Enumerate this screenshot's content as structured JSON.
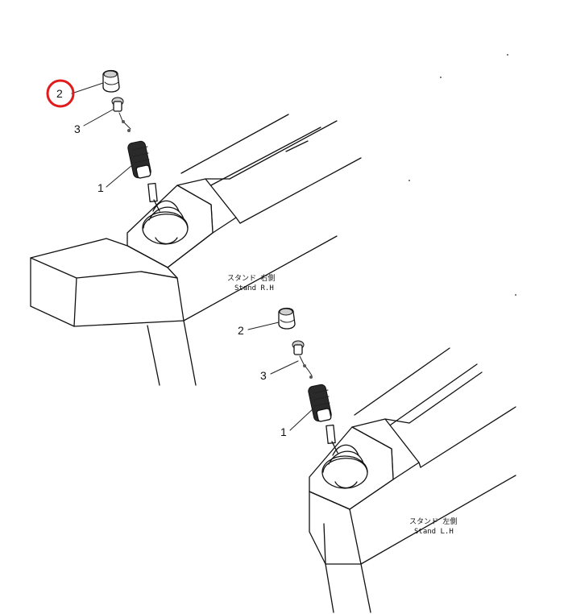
{
  "callouts": {
    "upper": {
      "cap": "2",
      "pin": "3",
      "boot": "1"
    },
    "lower": {
      "cap": "2",
      "pin": "3",
      "boot": "1"
    }
  },
  "stands": {
    "right": {
      "jp": "スタンド 右側",
      "en": "Stand R.H"
    },
    "left": {
      "jp": "スタンド 左側",
      "en": "Stand L.H"
    }
  },
  "highlight": {
    "target": "2",
    "color": "#e01b1b"
  }
}
